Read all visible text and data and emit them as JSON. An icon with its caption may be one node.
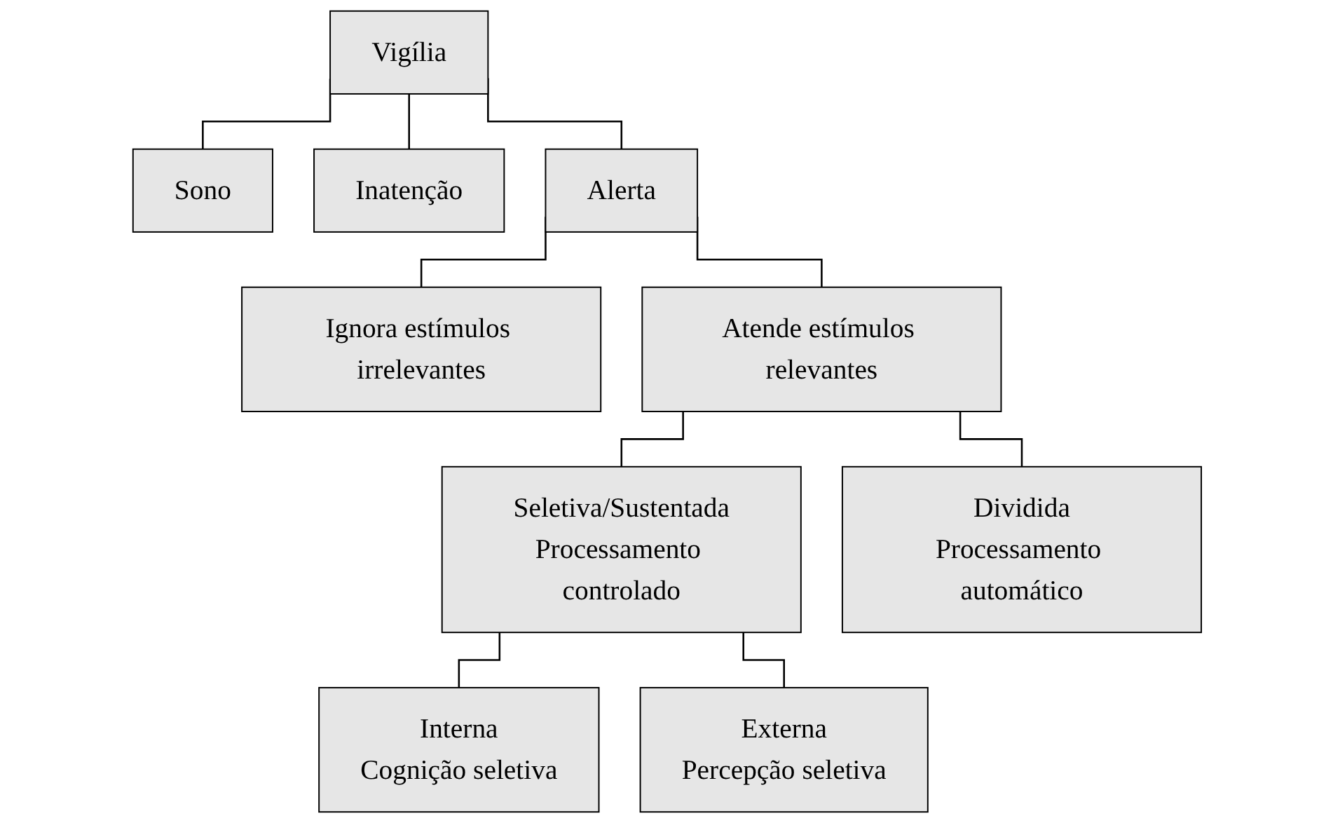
{
  "diagram": {
    "nodes": [
      {
        "text": [
          "Vigília"
        ]
      },
      {
        "text": [
          "Sono"
        ]
      },
      {
        "text": [
          "Inatenção"
        ]
      },
      {
        "text": [
          "Alerta"
        ]
      },
      {
        "text": [
          "Ignora estímulos irrelevantes"
        ]
      },
      {
        "text": [
          "Atende estímulos relevantes"
        ]
      },
      {
        "text": [
          "Seletiva/Sustentada",
          "Processamento controlado"
        ]
      },
      {
        "text": [
          "Dividida",
          "Processamento automático"
        ]
      },
      {
        "text": [
          "Interna",
          "Cognição seletiva"
        ]
      },
      {
        "text": [
          "Externa",
          "Percepção seletiva"
        ]
      }
    ],
    "edges": [
      {
        "from": 0,
        "to": 1,
        "arrow": "none"
      },
      {
        "from": 0,
        "to": 2,
        "arrow": "none"
      },
      {
        "from": 0,
        "to": 3,
        "arrow": "none"
      },
      {
        "from": 3,
        "to": 4,
        "arrow": "none"
      },
      {
        "from": 3,
        "to": 5,
        "arrow": "none"
      },
      {
        "from": 5,
        "to": 6,
        "arrow": "none"
      },
      {
        "from": 5,
        "to": 7,
        "arrow": "none"
      },
      {
        "from": 6,
        "to": 8,
        "arrow": "none"
      },
      {
        "from": 6,
        "to": 9,
        "arrow": "none"
      }
    ]
  }
}
